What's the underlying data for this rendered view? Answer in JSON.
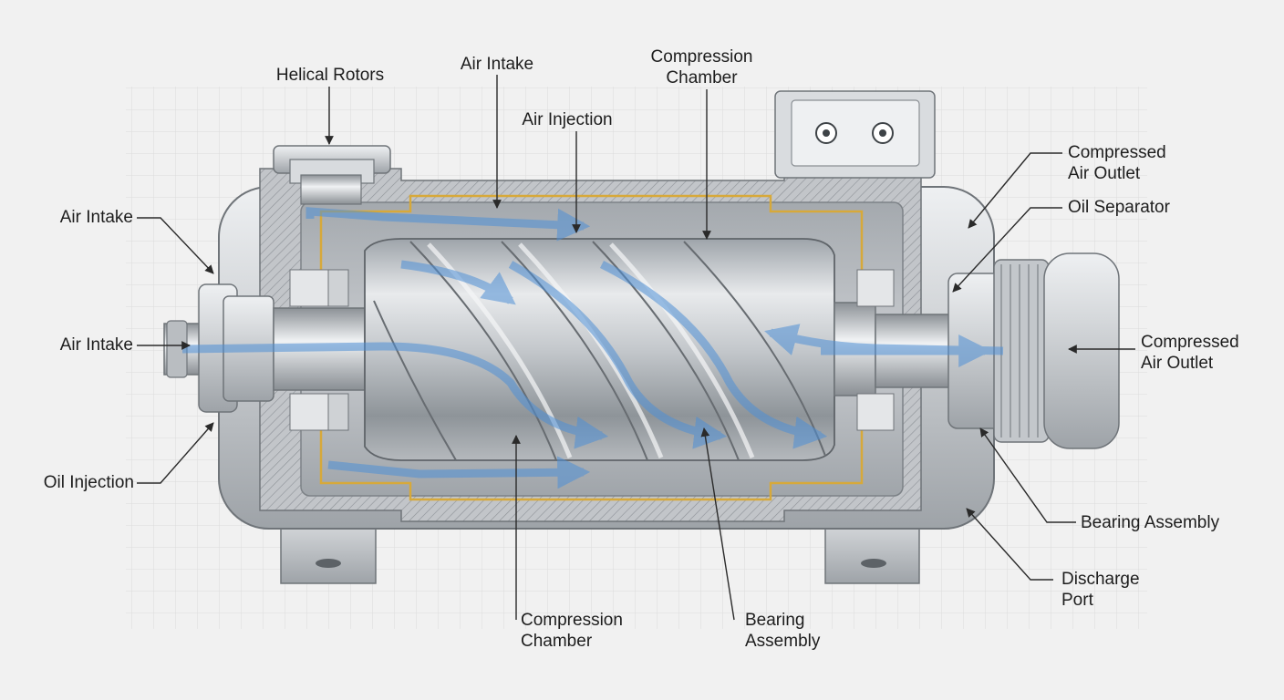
{
  "labels": {
    "helical_rotors": "Helical Rotors",
    "air_intake_top": "Air Intake",
    "compression_chamber_top": [
      "Compression",
      "Chamber"
    ],
    "air_injection": "Air Injection",
    "compressed_air_outlet_top": [
      "Compressed",
      "Air Outlet"
    ],
    "oil_separator": "Oil Separator",
    "air_intake_left_upper": "Air Intake",
    "air_intake_left_lower": "Air Intake",
    "oil_injection": "Oil Injection",
    "compressed_air_outlet_right": [
      "Compressed",
      "Air Outlet"
    ],
    "bearing_assembly_right": "Bearing Assembly",
    "discharge_port": [
      "Discharge",
      "Port"
    ],
    "compression_chamber_bottom": [
      "Compression",
      "Chamber"
    ],
    "bearing_assembly_bottom": [
      "Bearing",
      "Assembly"
    ]
  },
  "colors": {
    "background": "#f1f1f1",
    "grid": "#dcdcdc",
    "metal": "#c9cccf",
    "casing_section": "#a9adb1",
    "airflow": "#4f90d6",
    "oil_line": "#d7a93a",
    "leader_line": "#2a2a2a"
  }
}
